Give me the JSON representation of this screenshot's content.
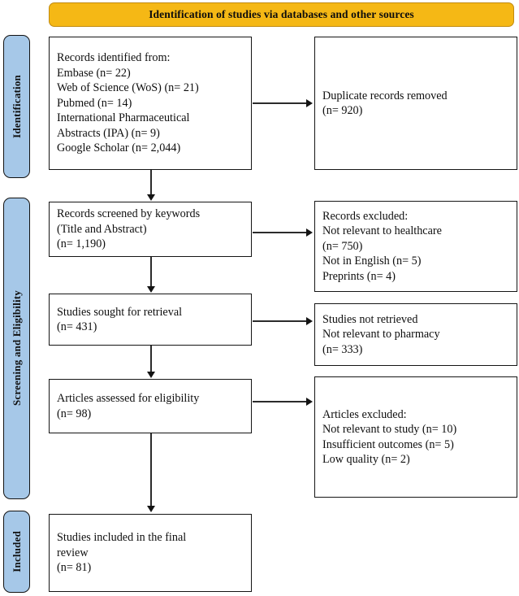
{
  "title": {
    "text": "Identification of studies via databases and other sources",
    "fill_color": "#F5B815",
    "border_color": "#C08A10"
  },
  "stages": [
    {
      "id": "identification",
      "label": "Identification",
      "fill_color": "#A6C8E8"
    },
    {
      "id": "screening-eligibility",
      "label": "Screening and Eligibility",
      "fill_color": "#A6C8E8"
    },
    {
      "id": "included",
      "label": "Included",
      "fill_color": "#A6C8E8"
    }
  ],
  "boxes": {
    "records_identified": {
      "name": "records-identified-box",
      "lines": [
        "Records identified from:",
        "Embase (n= 22)",
        "Web of Science (WoS) (n= 21)",
        "Pubmed (n= 14)",
        "International Pharmaceutical",
        "Abstracts (IPA) (n= 9)",
        "Google Scholar (n= 2,044)"
      ]
    },
    "duplicates_removed": {
      "name": "duplicate-records-removed-box",
      "lines": [
        "Duplicate records removed",
        "(n= 920)"
      ]
    },
    "records_screened": {
      "name": "records-screened-box",
      "lines": [
        "Records screened by keywords",
        "(Title and Abstract)",
        "(n= 1,190)"
      ]
    },
    "records_excluded": {
      "name": "records-excluded-box",
      "lines": [
        "Records excluded:",
        "Not relevant to healthcare",
        "(n= 750)",
        "Not in English (n= 5)",
        "Preprints (n= 4)"
      ]
    },
    "studies_sought": {
      "name": "studies-sought-for-retrieval-box",
      "lines": [
        "Studies sought for retrieval",
        "(n= 431)"
      ]
    },
    "studies_not_retrieved": {
      "name": "studies-not-retrieved-box",
      "lines": [
        "Studies not retrieved",
        "Not relevant to pharmacy",
        "(n= 333)"
      ]
    },
    "articles_assessed": {
      "name": "articles-assessed-for-eligibility-box",
      "lines": [
        "Articles assessed for eligibility",
        "(n= 98)"
      ]
    },
    "articles_excluded": {
      "name": "articles-excluded-box",
      "lines": [
        "Articles excluded:",
        "Not relevant to study (n= 10)",
        "Insufficient outcomes (n= 5)",
        "Low quality (n= 2)"
      ]
    },
    "studies_included": {
      "name": "studies-included-box",
      "lines": [
        "Studies included in the final",
        "review",
        "(n= 81)"
      ]
    }
  },
  "chart_data": {
    "type": "diagram",
    "title": "Identification of studies via databases and other sources",
    "diagram_kind": "PRISMA flow diagram",
    "stages": [
      "Identification",
      "Screening and Eligibility",
      "Included"
    ],
    "counts": {
      "Embase": 22,
      "Web of Science (WoS)": 21,
      "Pubmed": 14,
      "International Pharmaceutical Abstracts (IPA)": 9,
      "Google Scholar": 2044,
      "Duplicate records removed": 920,
      "Records screened by keywords (Title and Abstract)": 1190,
      "Not relevant to healthcare": 750,
      "Not in English": 5,
      "Preprints": 4,
      "Studies sought for retrieval": 431,
      "Studies not retrieved / Not relevant to pharmacy": 333,
      "Articles assessed for eligibility": 98,
      "Not relevant to study": 10,
      "Insufficient outcomes": 5,
      "Low quality": 2,
      "Studies included in the final review": 81
    }
  }
}
